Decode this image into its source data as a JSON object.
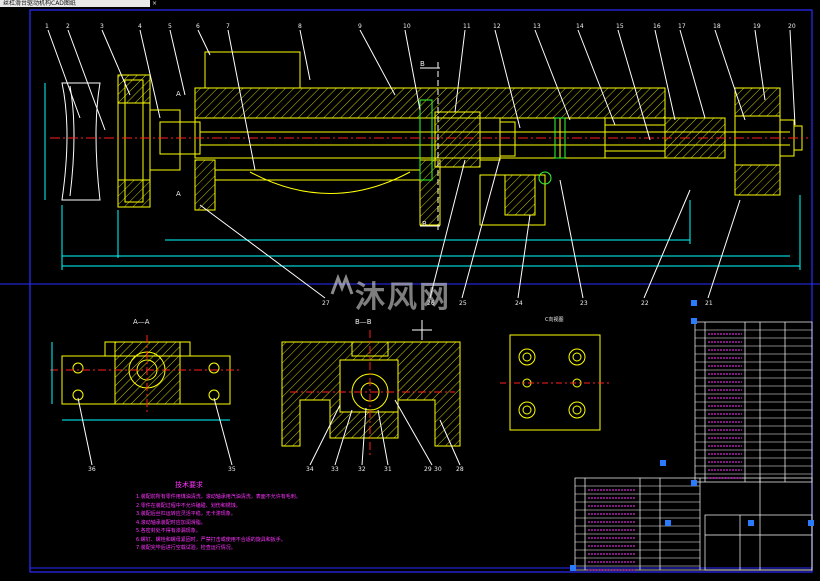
{
  "tab": {
    "title": "丝杠滑台驱动机构CAD图纸",
    "close_glyph": "×"
  },
  "views": {
    "section_aa": "A—A",
    "section_bb": "B—B",
    "view_c": "C向视图",
    "cut_label_b": "B",
    "cut_label_a": "A"
  },
  "top_numbers": [
    "1",
    "2",
    "3",
    "4",
    "5",
    "6",
    "7",
    "8",
    "9",
    "10",
    "11",
    "12",
    "13",
    "14",
    "15",
    "16",
    "17",
    "18",
    "19",
    "20"
  ],
  "bottom_numbers": [
    "27",
    "26",
    "25",
    "24",
    "23",
    "22",
    "21"
  ],
  "lower_numbers": [
    "36",
    "35",
    "34",
    "33",
    "32",
    "31",
    "29",
    "30",
    "28"
  ],
  "watermark": {
    "text": "沐风网"
  },
  "tech_requirements": {
    "title": "技术要求",
    "lines": [
      "1.装配前所有零件用煤油清洗，滚动轴承用汽油清洗，表面不允许有毛刺。",
      "2.零件在装配过程中不允许磕碰、划伤和锈蚀。",
      "3.装配后丝杠运转应灵活平稳，无卡滞现象。",
      "4.滚动轴承装配时应加润滑脂。",
      "5.各密封处不得有渗漏现象。",
      "6.螺钉、螺栓和螺母紧固时，严禁打击或使用不合适的旋具和扳手。",
      "7.装配完毕后进行空载试验，检查运行情况。"
    ]
  },
  "colors": {
    "outline": "#ffff00",
    "hatch": "#ffff00",
    "dim": "#00ffff",
    "center": "#ff2020",
    "frame": "#2222ff",
    "table": "#ffffff",
    "magenta": "#ff33ff",
    "green": "#33ff33"
  }
}
